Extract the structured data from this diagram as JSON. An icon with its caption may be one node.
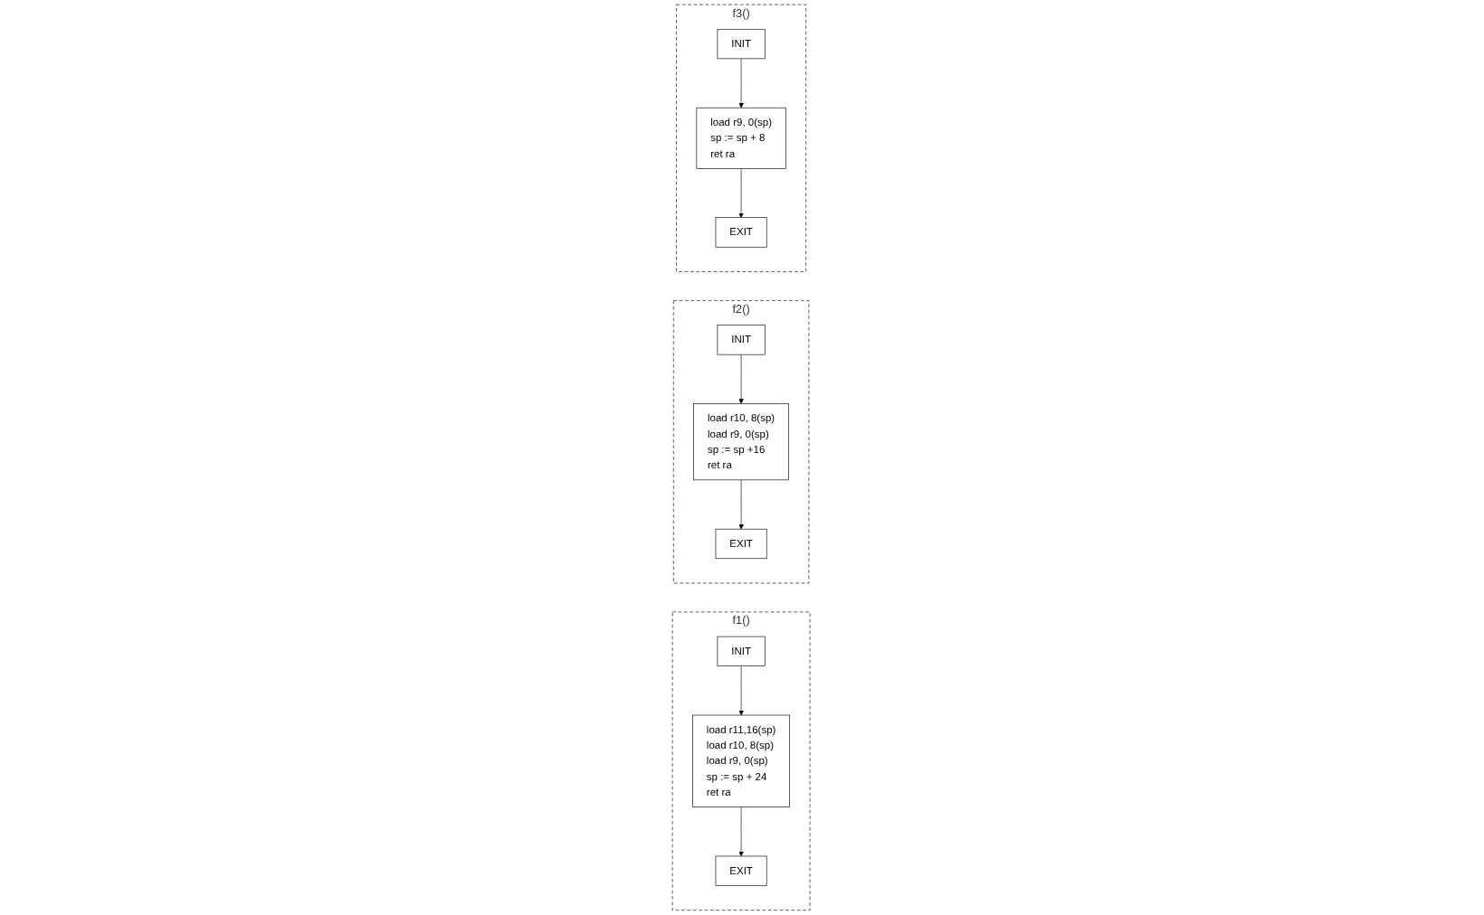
{
  "diagram": {
    "nodes": [
      {
        "text": [
          "f1()"
        ]
      },
      {
        "text": [
          "INIT"
        ],
        "in": 0
      },
      {
        "text": [
          "load r11,16(sp)",
          "load r10, 8(sp)",
          "load r9, 0(sp)",
          "sp := sp + 24",
          "ret ra"
        ],
        "in": 0
      },
      {
        "text": [
          "EXIT"
        ],
        "in": 0
      },
      {
        "text": [
          "f2()"
        ]
      },
      {
        "text": [
          "INIT"
        ],
        "in": 4
      },
      {
        "text": [
          "load r10, 8(sp)",
          "load r9, 0(sp)",
          "sp := sp +16",
          "ret ra"
        ],
        "in": 4
      },
      {
        "text": [
          "EXIT"
        ],
        "in": 4
      },
      {
        "text": [
          "f3()"
        ]
      },
      {
        "text": [
          "INIT"
        ],
        "in": 8
      },
      {
        "text": [
          "load r9, 0(sp)",
          "sp := sp + 8",
          "ret ra"
        ],
        "in": 8
      },
      {
        "text": [
          "EXIT"
        ],
        "in": 8
      }
    ],
    "edges": [
      {
        "from": 1,
        "to": 2,
        "arrow": "to"
      },
      {
        "from": 2,
        "to": 3,
        "arrow": "to"
      },
      {
        "from": 5,
        "to": 6,
        "arrow": "to"
      },
      {
        "from": 6,
        "to": 7,
        "arrow": "to"
      },
      {
        "from": 9,
        "to": 10,
        "arrow": "to"
      },
      {
        "from": 10,
        "to": 11,
        "arrow": "to"
      }
    ]
  }
}
